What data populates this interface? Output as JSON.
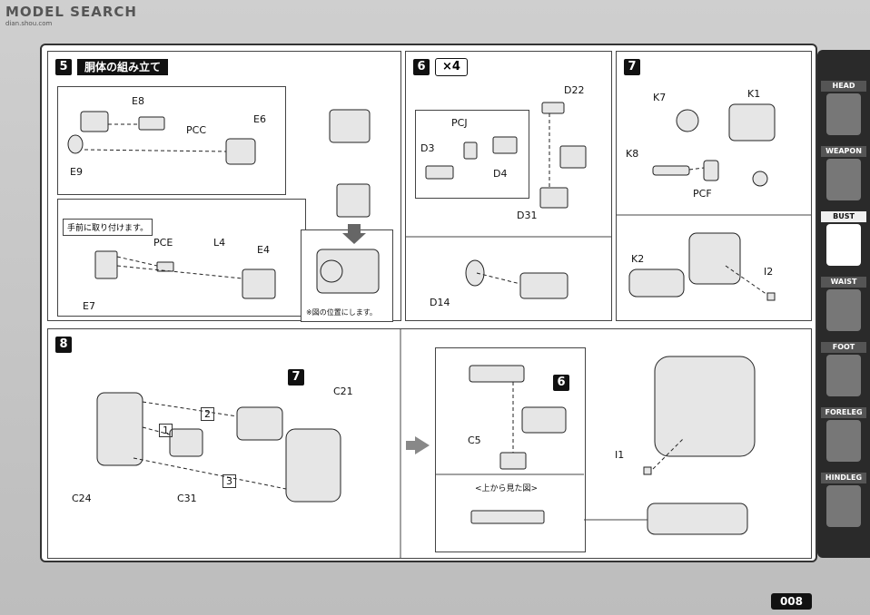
{
  "watermark": {
    "title": "MODEL SEARCH",
    "url": "dian.shou.com"
  },
  "page_number": "008",
  "steps": {
    "s5": {
      "number": "5",
      "title": "胴体の組み立て",
      "note_attach": "手前に取り付けます。",
      "note_position": "※図の位置にします。",
      "labels": [
        "E8",
        "PCC",
        "E6",
        "E9",
        "PCE",
        "L4",
        "E4",
        "E7"
      ]
    },
    "s6": {
      "number": "6",
      "multiplier": "×4",
      "labels": [
        "D22",
        "PCJ",
        "D3",
        "D4",
        "D31",
        "D14"
      ]
    },
    "s7": {
      "number": "7",
      "labels": [
        "K7",
        "K1",
        "K8",
        "PCF",
        "K2",
        "I2"
      ]
    },
    "s8": {
      "number": "8",
      "ref_step_a": "7",
      "ref_step_b": "6",
      "top_view": "<上から見た図>",
      "labels": [
        "C21",
        "C24",
        "C31",
        "C5",
        "I1"
      ],
      "lines": [
        "2",
        "1",
        "3"
      ]
    }
  },
  "sidebar": {
    "items": [
      {
        "label": "HEAD"
      },
      {
        "label": "WEAPON"
      },
      {
        "label": "BUST",
        "active": true
      },
      {
        "label": "WAIST"
      },
      {
        "label": "FOOT"
      },
      {
        "label": "FORELEG"
      },
      {
        "label": "HINDLEG"
      }
    ]
  }
}
